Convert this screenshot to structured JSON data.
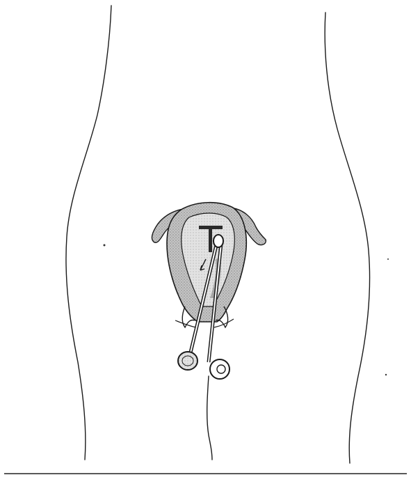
{
  "figure": {
    "description_colors": {
      "stroke": "#1a1a1a",
      "uterus_fill": "#b5b5b5",
      "cavity_fill": "#d9d9d9",
      "shadow_fill": "#7a7a7a"
    },
    "elements": [
      "body-outline-left",
      "body-outline-right",
      "uterus",
      "fallopian-tube-left",
      "fallopian-tube-right",
      "t-shaped-iud",
      "inserter-instrument",
      "inserter-handle-rings",
      "baseline-rule"
    ]
  }
}
